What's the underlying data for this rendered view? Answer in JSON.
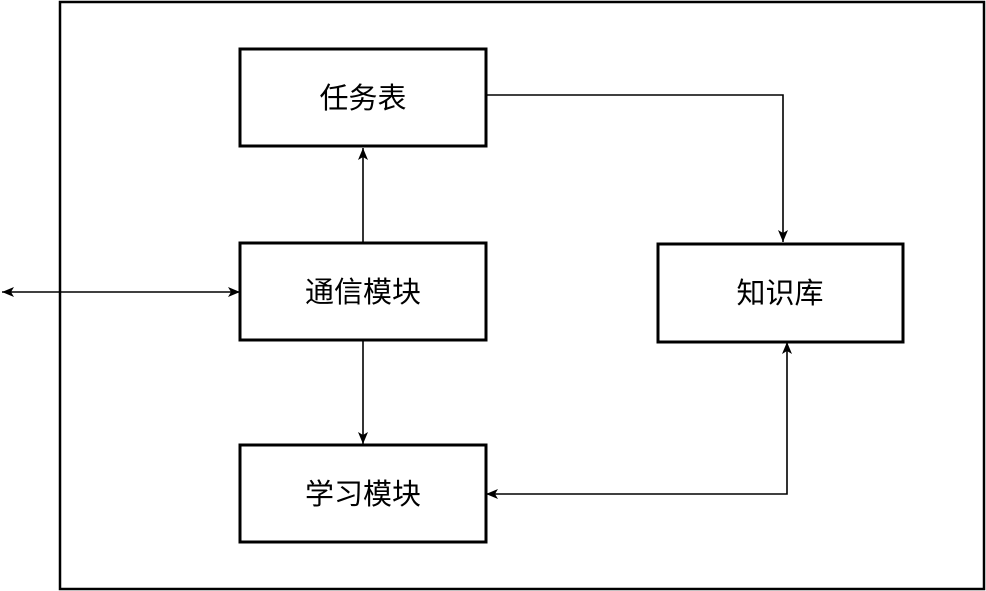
{
  "diagram": {
    "nodes": {
      "task_table": "任务表",
      "communication_module": "通信模块",
      "knowledge_base": "知识库",
      "learning_module": "学习模块"
    }
  }
}
